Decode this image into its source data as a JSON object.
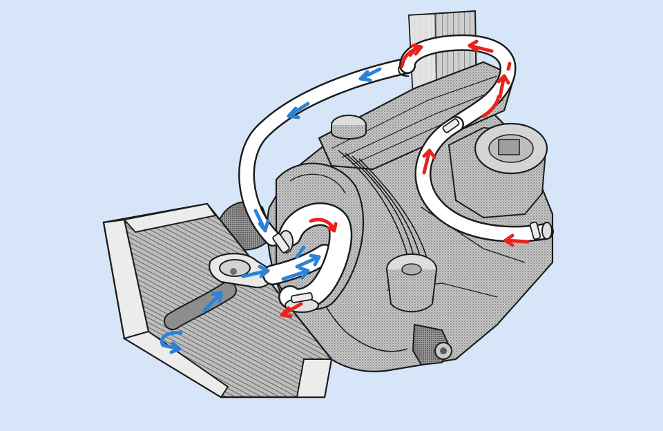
{
  "colors": {
    "background": "#d6e6f8",
    "hot_coolant": "#e8231d",
    "cold_coolant": "#2a83d6",
    "outline": "#1c1c1c",
    "metal_dark": "#8e8e8e",
    "metal_mid": "#b9b9b9",
    "metal_light": "#dedede",
    "hose_fill": "#ffffff"
  },
  "diagram": {
    "subject": "engine-cooling-system",
    "legend_visible": false,
    "text_labels_visible": false,
    "components": [
      "radiator",
      "thermostat-housing",
      "lower-radiator-hose",
      "water-pump",
      "upper-heater-hose",
      "heater-return-hose",
      "carburetor-hose",
      "engine-block",
      "cylinder-head",
      "valve-cover",
      "oil-filler-cap",
      "carburetor",
      "distributor",
      "engine-mount",
      "firewall"
    ],
    "flow_arrows": {
      "hot": 10,
      "cold": 9
    }
  }
}
